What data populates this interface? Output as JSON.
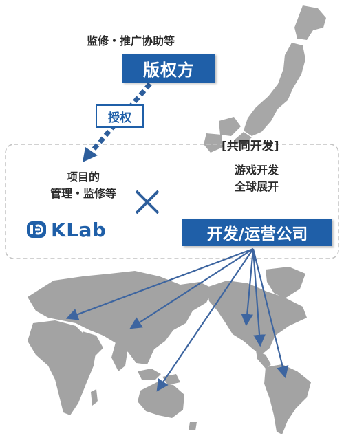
{
  "top_caption": "监修・推广协助等",
  "rights_holder": "版权方",
  "license": "授权",
  "collab_title": "[共同开发]",
  "left_role": {
    "line1": "项目的",
    "line2": "管理・监修等"
  },
  "right_role": {
    "line1": "游戏开发",
    "line2": "全球展开"
  },
  "developer": "开发/运营公司",
  "logo_text": "KLab",
  "colors": {
    "brand_blue": "#1f5fa8",
    "map_gray": "#a3a3a3",
    "dashed_border": "#c2c2c2"
  }
}
